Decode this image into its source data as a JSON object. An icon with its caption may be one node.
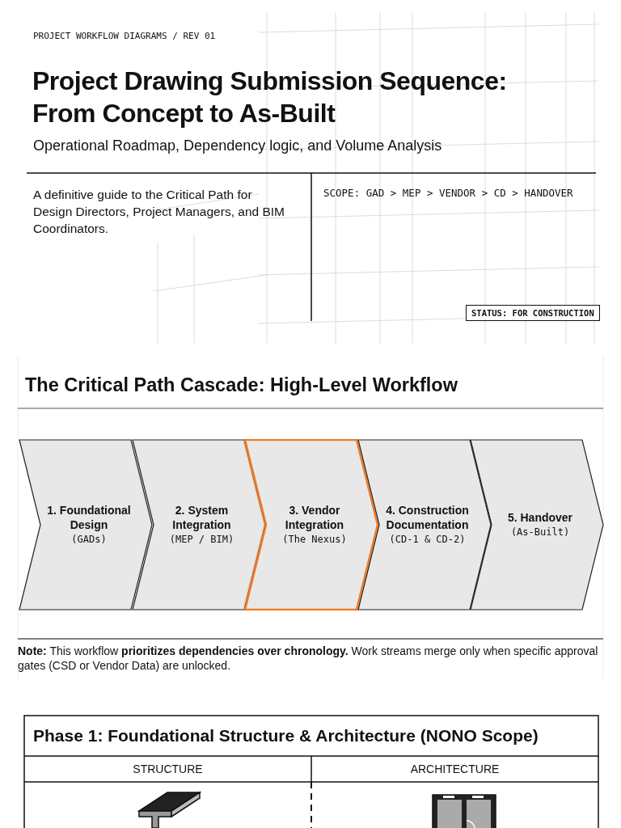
{
  "diagram": {
    "title": "Project Drawing Submission Sequence: From Concept to As-Built",
    "nodes": [
      {
        "text": [
          "1. Foundational Design",
          "(GADs)"
        ]
      },
      {
        "text": [
          "2. System Integration",
          "(MEP / BIM)"
        ]
      },
      {
        "text": [
          "3. Vendor Integration",
          "(The Nexus)"
        ]
      },
      {
        "text": [
          "4. Construction Documentation",
          "(CD-1 & CD-2)"
        ]
      },
      {
        "text": [
          "5. Handover",
          "(As-Built)"
        ]
      }
    ],
    "labels": [
      "PROJECT WORKFLOW DIAGRAMS / REV 01",
      "Operational Roadmap, Dependency logic, and Volume Analysis",
      "A definitive guide to the Critical Path for Design Directors, Project Managers, and BIM Coordinators.",
      "SCOPE: GAD > MEP > VENDOR > CD > HANDOVER",
      "STATUS: FOR CONSTRUCTION",
      "The Critical Path Cascade: High-Level Workflow",
      "**Note:** This workflow **prioritizes dependencies over chronology.** Work streams merge only when specific approval gates (CSD or Vendor Data) are unlocked.",
      "Phase 1: Foundational Structure & Architecture (NONO Scope)",
      "STRUCTURE",
      "ARCHITECTURE"
    ]
  }
}
